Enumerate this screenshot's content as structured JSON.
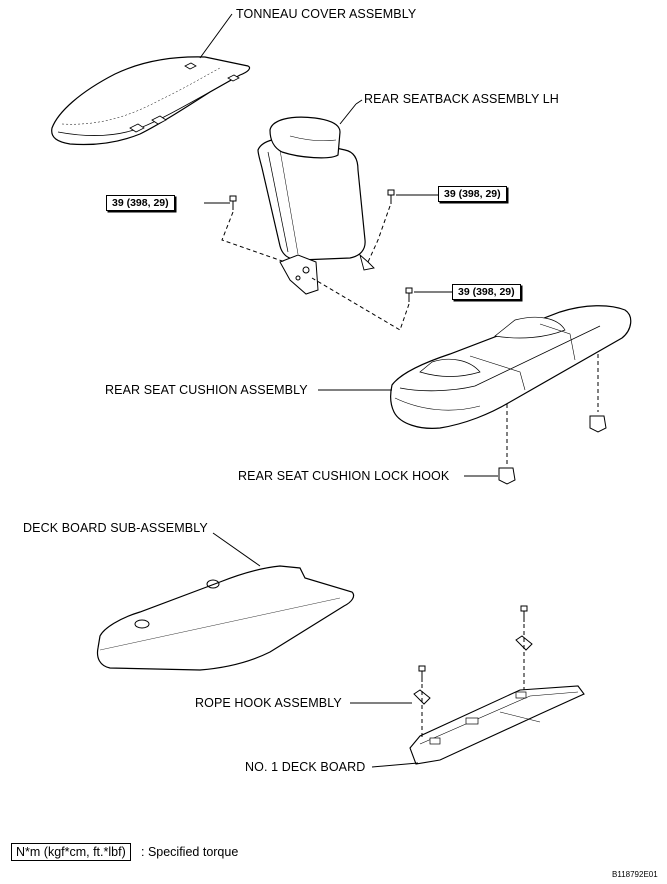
{
  "labels": {
    "tonneau_cover": "TONNEAU COVER ASSEMBLY",
    "rear_seatback": "REAR SEATBACK ASSEMBLY LH",
    "rear_seat_cushion": "REAR SEAT CUSHION ASSEMBLY",
    "lock_hook": "REAR SEAT CUSHION LOCK HOOK",
    "deck_board_sub": "DECK BOARD SUB-ASSEMBLY",
    "rope_hook": "ROPE HOOK ASSEMBLY",
    "no1_deck_board": "NO. 1 DECK BOARD"
  },
  "torques": [
    "39 (398, 29)",
    "39 (398, 29)",
    "39 (398, 29)"
  ],
  "legend": {
    "box_text": "N*m (kgf*cm, ft.*lbf)",
    "description": ": Specified torque"
  },
  "figure_code": "B118792E01"
}
